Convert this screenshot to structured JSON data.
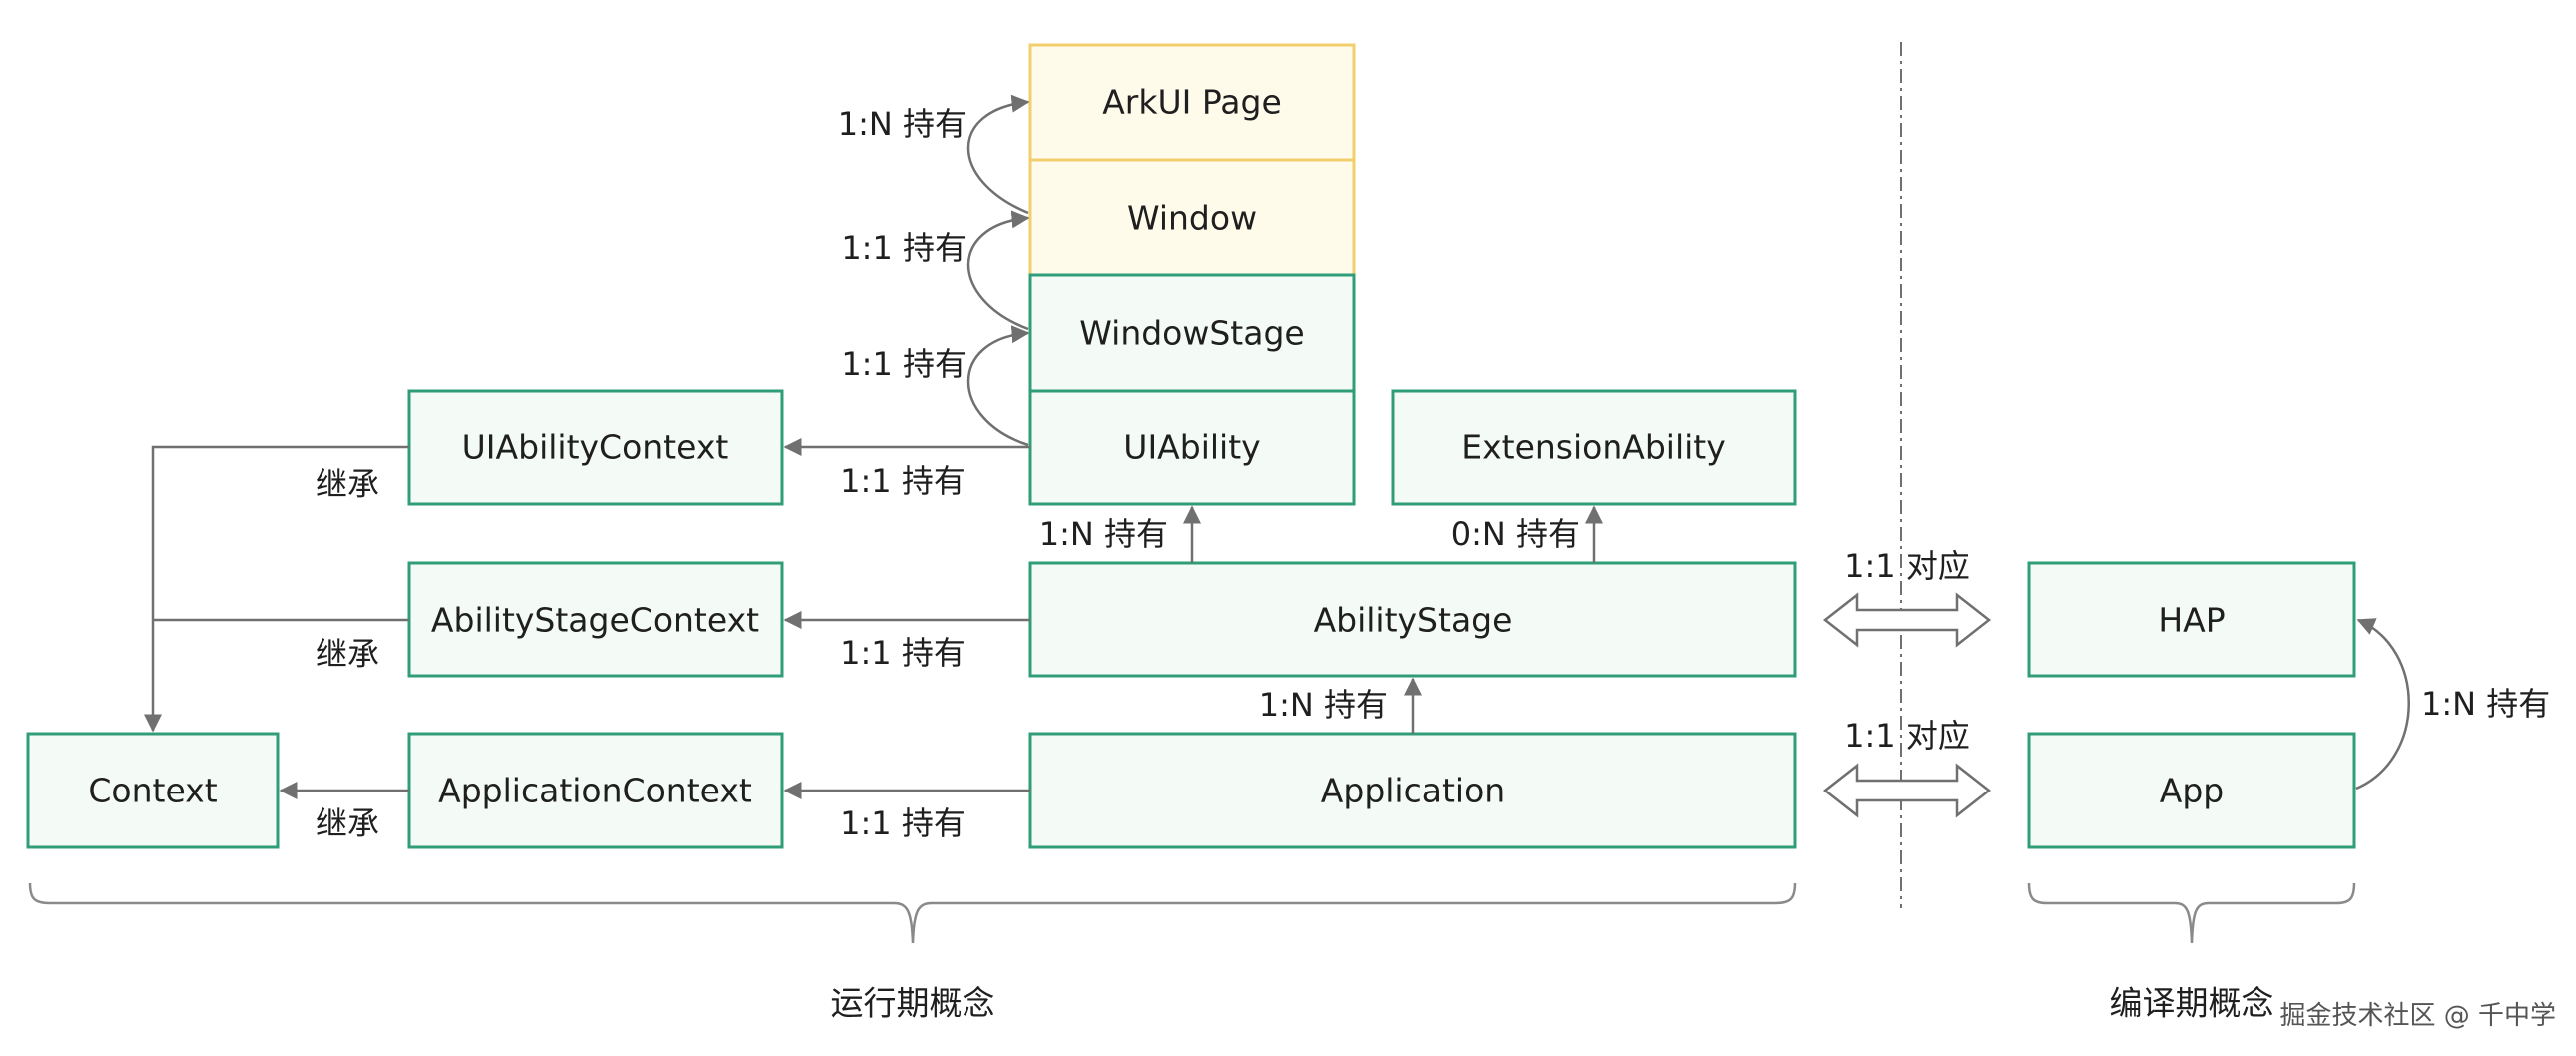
{
  "boxes": {
    "arkui_page": "ArkUI Page",
    "window": "Window",
    "window_stage": "WindowStage",
    "uiability": "UIAbility",
    "extension_ability": "ExtensionAbility",
    "uiability_context": "UIAbilityContext",
    "ability_stage_context": "AbilityStageContext",
    "application_context": "ApplicationContext",
    "context": "Context",
    "ability_stage": "AbilityStage",
    "application": "Application",
    "hap": "HAP",
    "app": "App"
  },
  "labels": {
    "page_hold": "1:N 持有",
    "window_hold": "1:1 持有",
    "stage_hold": "1:1 持有",
    "uiability_context_hold": "1:1 持有",
    "ability_stage_context_hold": "1:1 持有",
    "application_context_hold": "1:1 持有",
    "uiability_from_stage": "1:N 持有",
    "extension_from_stage": "0:N 持有",
    "stage_from_application": "1:N 持有",
    "inherit_uiability_context": "继承",
    "inherit_ability_stage_context": "继承",
    "inherit_application_context": "继承",
    "hap_map": "1:1 对应",
    "app_map": "1:1 对应",
    "app_to_hap": "1:N 持有"
  },
  "footer": {
    "runtime": "运行期概念",
    "compile": "编译期概念"
  },
  "watermark": "掘金技术社区 @ 千中学",
  "colors": {
    "green_stroke": "#2f9e78",
    "green_fill": "#f4faf5",
    "yellow_stroke": "#f2cf6c",
    "yellow_fill": "#fffbeb",
    "connector": "#707070"
  }
}
